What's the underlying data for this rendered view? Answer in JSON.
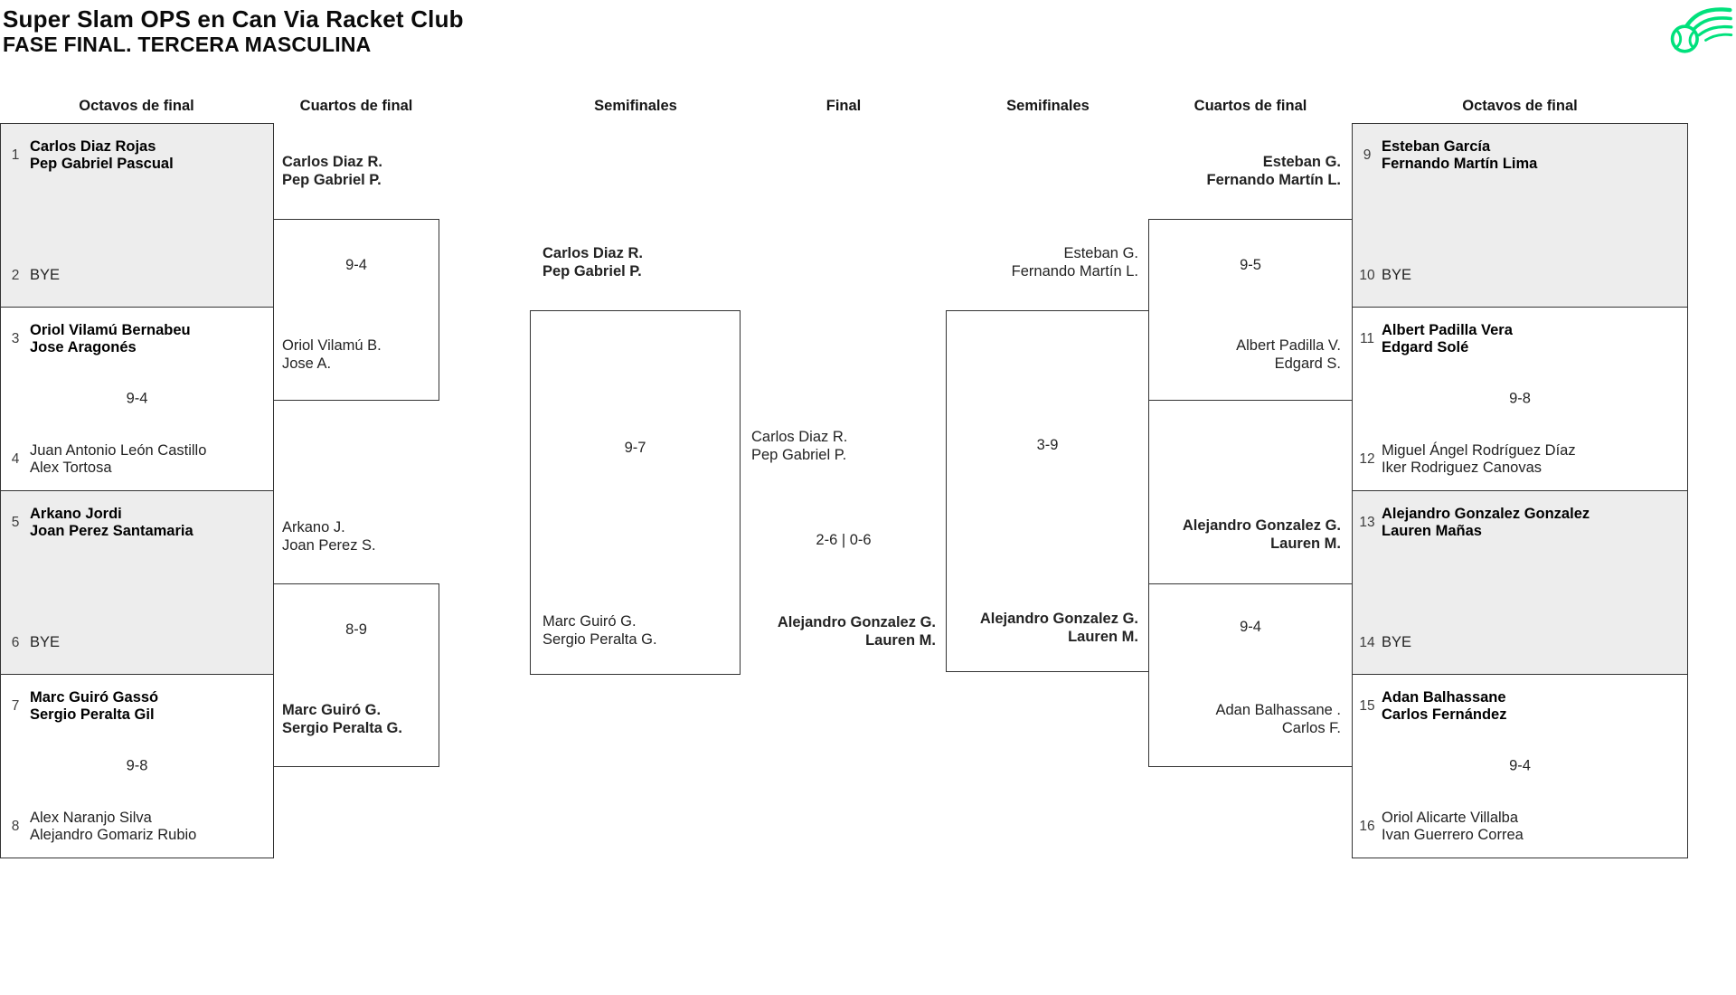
{
  "title": "Super Slam OPS en Can Via Racket Club",
  "subtitle": "FASE FINAL. TERCERA MASCULINA",
  "headers": [
    "Octavos de final",
    "Cuartos de final",
    "Semifinales",
    "Final",
    "Semifinales",
    "Cuartos de final",
    "Octavos de final"
  ],
  "colors": {
    "accent_green": "#00e17c",
    "box_gray": "#ededed",
    "border": "#333333"
  },
  "logo_icon": "tennis-ball-swoosh",
  "r16_left": {
    "box1": {
      "seed_top": "1",
      "top1": "Carlos Diaz Rojas",
      "top2": "Pep Gabriel Pascual",
      "seed_bot": "2",
      "bot_bye": "BYE"
    },
    "box2": {
      "seed_top": "3",
      "top1": "Oriol Vilamú Bernabeu",
      "top2": "Jose Aragonés",
      "score": "9-4",
      "seed_bot": "4",
      "bot1": "Juan Antonio León Castillo",
      "bot2": "Alex Tortosa"
    },
    "box3": {
      "seed_top": "5",
      "top1": "Arkano Jordi",
      "top2": "Joan Perez Santamaria",
      "seed_bot": "6",
      "bot_bye": "BYE"
    },
    "box4": {
      "seed_top": "7",
      "top1": "Marc Guiró Gassó",
      "top2": "Sergio Peralta Gil",
      "score": "9-8",
      "seed_bot": "8",
      "bot1": "Alex Naranjo Silva",
      "bot2": "Alejandro Gomariz Rubio"
    }
  },
  "r16_right": {
    "box1": {
      "seed_top": "9",
      "top1": "Esteban García",
      "top2": "Fernando Martín Lima",
      "seed_bot": "10",
      "bot_bye": "BYE"
    },
    "box2": {
      "seed_top": "11",
      "top1": "Albert Padilla Vera",
      "top2": "Edgard Solé",
      "score": "9-8",
      "seed_bot": "12",
      "bot1": "Miguel Ángel Rodríguez Díaz",
      "bot2": "Iker Rodriguez Canovas"
    },
    "box3": {
      "seed_top": "13",
      "top1": "Alejandro Gonzalez Gonzalez",
      "top2": "Lauren Mañas",
      "seed_bot": "14",
      "bot_bye": "BYE"
    },
    "box4": {
      "seed_top": "15",
      "top1": "Adan Balhassane",
      "top2": "Carlos Fernández",
      "score": "9-4",
      "seed_bot": "16",
      "bot1": "Oriol Alicarte Villalba",
      "bot2": "Ivan Guerrero Correa"
    }
  },
  "qf_left": {
    "top": {
      "a1": "Carlos Diaz R.",
      "a2": "Pep Gabriel P.",
      "score": "9-4",
      "b1": "Oriol Vilamú B.",
      "b2": "Jose A."
    },
    "bottom": {
      "a1": "Arkano J.",
      "a2": "Joan Perez S.",
      "score": "8-9",
      "b1": "Marc Guiró G.",
      "b2": "Sergio Peralta G."
    }
  },
  "qf_right": {
    "top": {
      "a1": "Esteban G.",
      "a2": "Fernando Martín L.",
      "score": "9-5",
      "b1": "Albert Padilla V.",
      "b2": "Edgard S."
    },
    "bottom": {
      "a1": "Alejandro Gonzalez G.",
      "a2": "Lauren M.",
      "score": "9-4",
      "b1": "Adan Balhassane .",
      "b2": "Carlos F."
    }
  },
  "sf_left": {
    "a1": "Carlos Diaz R.",
    "a2": "Pep Gabriel P.",
    "score": "9-7",
    "b1": "Marc Guiró G.",
    "b2": "Sergio Peralta G."
  },
  "sf_right": {
    "a1": "Esteban G.",
    "a2": "Fernando Martín L.",
    "score": "3-9",
    "b1": "Alejandro Gonzalez G.",
    "b2": "Lauren M."
  },
  "final": {
    "a1": "Carlos Diaz R.",
    "a2": "Pep Gabriel P.",
    "score": "2-6 | 0-6",
    "b1": "Alejandro Gonzalez G.",
    "b2": "Lauren M."
  }
}
